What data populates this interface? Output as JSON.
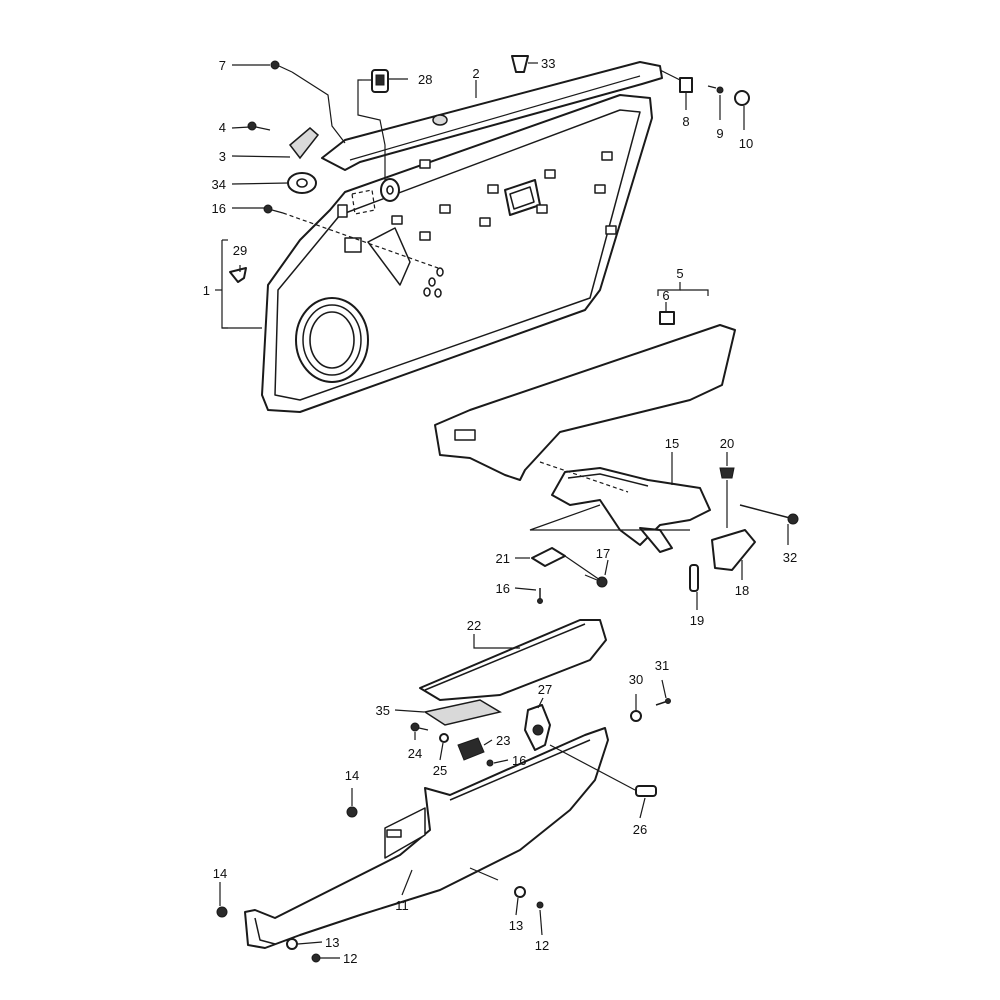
{
  "diagram": {
    "callouts": {
      "c1": "1",
      "c2": "2",
      "c3": "3",
      "c4": "4",
      "c5": "5",
      "c6": "6",
      "c7": "7",
      "c8": "8",
      "c9": "9",
      "c10": "10",
      "c11": "11",
      "c12a": "12",
      "c12b": "12",
      "c13a": "13",
      "c13b": "13",
      "c14a": "14",
      "c14b": "14",
      "c15": "15",
      "c16a": "16",
      "c16b": "16",
      "c16c": "16",
      "c17": "17",
      "c18": "18",
      "c19": "19",
      "c20": "20",
      "c21": "21",
      "c22": "22",
      "c23": "23",
      "c24": "24",
      "c25": "25",
      "c26": "26",
      "c27": "27",
      "c28": "28",
      "c29": "29",
      "c30": "30",
      "c31": "31",
      "c32": "32",
      "c33": "33",
      "c34": "34",
      "c35": "35"
    }
  }
}
